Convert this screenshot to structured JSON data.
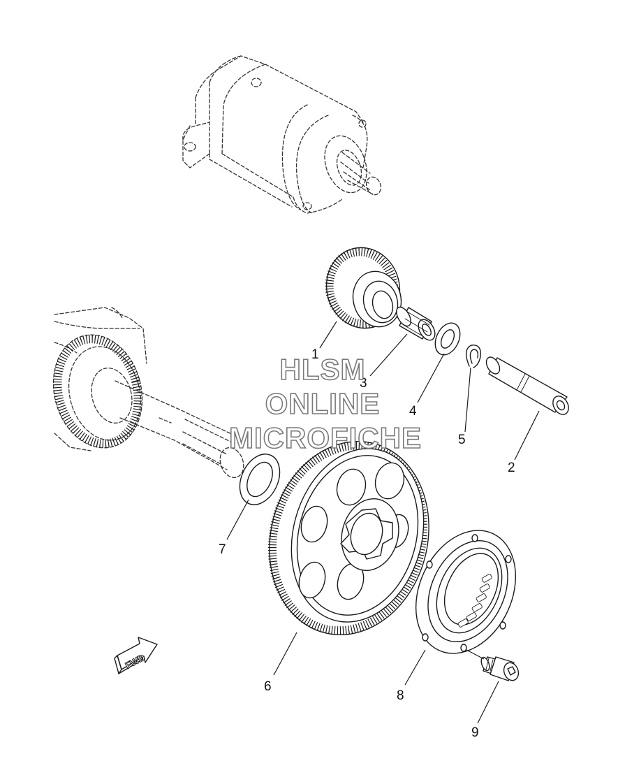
{
  "callouts": [
    {
      "label": "1"
    },
    {
      "label": "2"
    },
    {
      "label": "3"
    },
    {
      "label": "4"
    },
    {
      "label": "5"
    },
    {
      "label": "6"
    },
    {
      "label": "7"
    },
    {
      "label": "8"
    },
    {
      "label": "9"
    }
  ],
  "watermark": {
    "line1": "HLSM",
    "line2": "ONLINE",
    "line3": "MICROFICHE"
  },
  "fwd_arrow": {
    "label": "FWD"
  }
}
